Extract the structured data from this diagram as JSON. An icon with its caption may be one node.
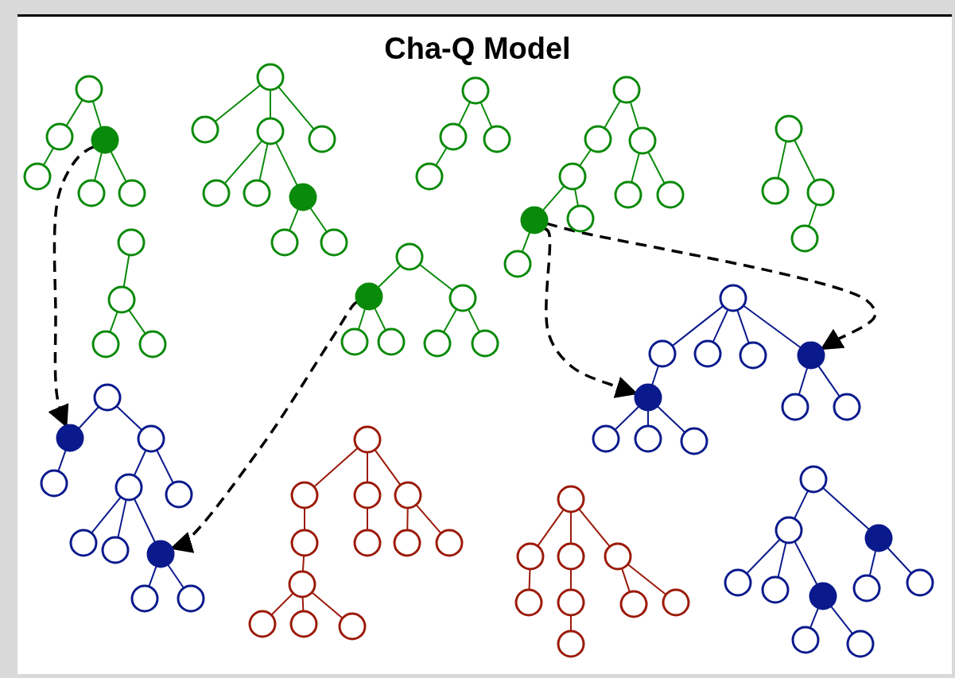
{
  "diagram": {
    "title": "Cha-Q Model",
    "nodes": [
      {
        "text": [],
        "shape": "circle"
      },
      {
        "text": [],
        "shape": "circle"
      },
      {
        "text": [],
        "shape": "circle"
      },
      {
        "text": [],
        "shape": "circle"
      },
      {
        "text": [],
        "shape": "circle"
      },
      {
        "text": [],
        "shape": "circle"
      },
      {
        "text": [],
        "shape": "circle"
      },
      {
        "text": [],
        "shape": "circle"
      },
      {
        "text": [],
        "shape": "circle"
      },
      {
        "text": [],
        "shape": "circle"
      },
      {
        "text": [],
        "shape": "circle"
      },
      {
        "text": [],
        "shape": "circle"
      },
      {
        "text": [],
        "shape": "circle"
      },
      {
        "text": [],
        "shape": "circle"
      },
      {
        "text": [],
        "shape": "circle"
      },
      {
        "text": [],
        "shape": "circle"
      },
      {
        "text": [],
        "shape": "circle"
      },
      {
        "text": [],
        "shape": "circle"
      },
      {
        "text": [],
        "shape": "circle"
      },
      {
        "text": [],
        "shape": "circle"
      },
      {
        "text": [],
        "shape": "circle"
      },
      {
        "text": [],
        "shape": "circle"
      },
      {
        "text": [],
        "shape": "circle"
      },
      {
        "text": [],
        "shape": "circle"
      },
      {
        "text": [],
        "shape": "circle"
      },
      {
        "text": [],
        "shape": "circle"
      },
      {
        "text": [],
        "shape": "circle"
      },
      {
        "text": [],
        "shape": "circle"
      },
      {
        "text": [],
        "shape": "circle"
      },
      {
        "text": [],
        "shape": "circle"
      },
      {
        "text": [],
        "shape": "circle"
      },
      {
        "text": [],
        "shape": "circle"
      },
      {
        "text": [],
        "shape": "circle"
      },
      {
        "text": [],
        "shape": "circle"
      },
      {
        "text": [],
        "shape": "circle"
      },
      {
        "text": [],
        "shape": "circle"
      },
      {
        "text": [],
        "shape": "circle"
      },
      {
        "text": [],
        "shape": "circle"
      },
      {
        "text": [],
        "shape": "circle"
      },
      {
        "text": [],
        "shape": "circle"
      },
      {
        "text": [],
        "shape": "circle"
      },
      {
        "text": [],
        "shape": "circle"
      },
      {
        "text": [],
        "shape": "circle"
      },
      {
        "text": [],
        "shape": "circle"
      },
      {
        "text": [],
        "shape": "circle"
      },
      {
        "text": [],
        "shape": "circle"
      },
      {
        "text": [],
        "shape": "circle"
      },
      {
        "text": [],
        "shape": "circle"
      },
      {
        "text": [],
        "shape": "circle"
      },
      {
        "text": [],
        "shape": "circle"
      },
      {
        "text": [],
        "shape": "circle"
      },
      {
        "text": [],
        "shape": "circle"
      },
      {
        "text": [],
        "shape": "circle"
      },
      {
        "text": [],
        "shape": "circle"
      },
      {
        "text": [],
        "shape": "circle"
      },
      {
        "text": [],
        "shape": "circle"
      },
      {
        "text": [],
        "shape": "circle"
      },
      {
        "text": [],
        "shape": "circle"
      },
      {
        "text": [],
        "shape": "circle"
      },
      {
        "text": [],
        "shape": "circle"
      },
      {
        "text": [],
        "shape": "circle"
      },
      {
        "text": [],
        "shape": "circle"
      },
      {
        "text": [],
        "shape": "circle"
      },
      {
        "text": [],
        "shape": "circle"
      },
      {
        "text": [],
        "shape": "circle"
      },
      {
        "text": [],
        "shape": "circle"
      },
      {
        "text": [],
        "shape": "circle"
      },
      {
        "text": [],
        "shape": "circle"
      },
      {
        "text": [],
        "shape": "circle"
      },
      {
        "text": [],
        "shape": "circle"
      },
      {
        "text": [],
        "shape": "circle"
      },
      {
        "text": [],
        "shape": "circle"
      },
      {
        "text": [],
        "shape": "circle"
      },
      {
        "text": [],
        "shape": "circle"
      },
      {
        "text": [],
        "shape": "circle"
      },
      {
        "text": [],
        "shape": "circle"
      },
      {
        "text": [],
        "shape": "circle"
      },
      {
        "text": [],
        "shape": "circle"
      },
      {
        "text": [],
        "shape": "circle"
      },
      {
        "text": [],
        "shape": "circle"
      },
      {
        "text": [],
        "shape": "circle"
      },
      {
        "text": [],
        "shape": "circle"
      },
      {
        "text": [],
        "shape": "circle"
      },
      {
        "text": [],
        "shape": "circle"
      },
      {
        "text": [],
        "shape": "circle"
      },
      {
        "text": [],
        "shape": "circle"
      },
      {
        "text": [],
        "shape": "circle"
      },
      {
        "text": [],
        "shape": "circle"
      },
      {
        "text": [],
        "shape": "circle"
      },
      {
        "text": [],
        "shape": "circle"
      },
      {
        "text": [],
        "shape": "circle"
      },
      {
        "text": [],
        "shape": "circle"
      },
      {
        "text": [],
        "shape": "circle"
      },
      {
        "text": [],
        "shape": "circle"
      },
      {
        "text": [],
        "shape": "circle"
      },
      {
        "text": [],
        "shape": "circle"
      }
    ],
    "edges": [
      {
        "from": 0,
        "to": 1,
        "arrow": "none"
      },
      {
        "from": 0,
        "to": 2,
        "arrow": "none"
      },
      {
        "from": 1,
        "to": 3,
        "arrow": "none"
      },
      {
        "from": 2,
        "to": 4,
        "arrow": "none"
      },
      {
        "from": 2,
        "to": 5,
        "arrow": "none"
      },
      {
        "from": 6,
        "to": 7,
        "arrow": "none"
      },
      {
        "from": 6,
        "to": 8,
        "arrow": "none"
      },
      {
        "from": 6,
        "to": 9,
        "arrow": "none"
      },
      {
        "from": 8,
        "to": 10,
        "arrow": "none"
      },
      {
        "from": 8,
        "to": 11,
        "arrow": "none"
      },
      {
        "from": 8,
        "to": 12,
        "arrow": "none"
      },
      {
        "from": 12,
        "to": 13,
        "arrow": "none"
      },
      {
        "from": 12,
        "to": 14,
        "arrow": "none"
      },
      {
        "from": 15,
        "to": 16,
        "arrow": "none"
      },
      {
        "from": 15,
        "to": 17,
        "arrow": "none"
      },
      {
        "from": 16,
        "to": 18,
        "arrow": "none"
      },
      {
        "from": 19,
        "to": 20,
        "arrow": "none"
      },
      {
        "from": 19,
        "to": 21,
        "arrow": "none"
      },
      {
        "from": 20,
        "to": 22,
        "arrow": "none"
      },
      {
        "from": 21,
        "to": 23,
        "arrow": "none"
      },
      {
        "from": 21,
        "to": 24,
        "arrow": "none"
      },
      {
        "from": 22,
        "to": 25,
        "arrow": "none"
      },
      {
        "from": 22,
        "to": 26,
        "arrow": "none"
      },
      {
        "from": 25,
        "to": 27,
        "arrow": "none"
      },
      {
        "from": 28,
        "to": 29,
        "arrow": "none"
      },
      {
        "from": 28,
        "to": 30,
        "arrow": "none"
      },
      {
        "from": 30,
        "to": 31,
        "arrow": "none"
      },
      {
        "from": 32,
        "to": 33,
        "arrow": "none"
      },
      {
        "from": 33,
        "to": 34,
        "arrow": "none"
      },
      {
        "from": 33,
        "to": 35,
        "arrow": "none"
      },
      {
        "from": 36,
        "to": 37,
        "arrow": "none"
      },
      {
        "from": 36,
        "to": 38,
        "arrow": "none"
      },
      {
        "from": 37,
        "to": 39,
        "arrow": "none"
      },
      {
        "from": 37,
        "to": 40,
        "arrow": "none"
      },
      {
        "from": 38,
        "to": 41,
        "arrow": "none"
      },
      {
        "from": 38,
        "to": 42,
        "arrow": "none"
      },
      {
        "from": 43,
        "to": 44,
        "arrow": "none",
        "color": "#0a1a8c"
      },
      {
        "from": 43,
        "to": 45,
        "arrow": "none",
        "color": "#0a1a8c"
      },
      {
        "from": 44,
        "to": 46,
        "arrow": "none",
        "color": "#0a1a8c"
      },
      {
        "from": 45,
        "to": 47,
        "arrow": "none",
        "color": "#0a1a8c"
      },
      {
        "from": 45,
        "to": 48,
        "arrow": "none",
        "color": "#0a1a8c"
      },
      {
        "from": 47,
        "to": 49,
        "arrow": "none",
        "color": "#0a1a8c"
      },
      {
        "from": 47,
        "to": 50,
        "arrow": "none",
        "color": "#0a1a8c"
      },
      {
        "from": 47,
        "to": 51,
        "arrow": "none",
        "color": "#0a1a8c"
      },
      {
        "from": 51,
        "to": 52,
        "arrow": "none",
        "color": "#0a1a8c"
      },
      {
        "from": 51,
        "to": 53,
        "arrow": "none",
        "color": "#0a1a8c"
      },
      {
        "from": 54,
        "to": 55,
        "arrow": "none",
        "color": "#0a1a8c"
      },
      {
        "from": 54,
        "to": 56,
        "arrow": "none",
        "color": "#0a1a8c"
      },
      {
        "from": 54,
        "to": 57,
        "arrow": "none",
        "color": "#0a1a8c"
      },
      {
        "from": 54,
        "to": 58,
        "arrow": "none",
        "color": "#0a1a8c"
      },
      {
        "from": 55,
        "to": 59,
        "arrow": "none",
        "color": "#0a1a8c"
      },
      {
        "from": 58,
        "to": 60,
        "arrow": "none",
        "color": "#0a1a8c"
      },
      {
        "from": 58,
        "to": 61,
        "arrow": "none",
        "color": "#0a1a8c"
      },
      {
        "from": 59,
        "to": 62,
        "arrow": "none",
        "color": "#0a1a8c"
      },
      {
        "from": 59,
        "to": 63,
        "arrow": "none",
        "color": "#0a1a8c"
      },
      {
        "from": 59,
        "to": 64,
        "arrow": "none",
        "color": "#0a1a8c"
      },
      {
        "from": 65,
        "to": 66,
        "arrow": "none",
        "color": "#0a1a8c"
      },
      {
        "from": 65,
        "to": 67,
        "arrow": "none",
        "color": "#0a1a8c"
      },
      {
        "from": 66,
        "to": 68,
        "arrow": "none",
        "color": "#0a1a8c"
      },
      {
        "from": 66,
        "to": 69,
        "arrow": "none",
        "color": "#0a1a8c"
      },
      {
        "from": 66,
        "to": 70,
        "arrow": "none",
        "color": "#0a1a8c"
      },
      {
        "from": 67,
        "to": 71,
        "arrow": "none",
        "color": "#0a1a8c"
      },
      {
        "from": 67,
        "to": 72,
        "arrow": "none",
        "color": "#0a1a8c"
      },
      {
        "from": 70,
        "to": 73,
        "arrow": "none",
        "color": "#0a1a8c"
      },
      {
        "from": 70,
        "to": 74,
        "arrow": "none",
        "color": "#0a1a8c"
      },
      {
        "from": 75,
        "to": 76,
        "arrow": "none",
        "color": "#9b1a0a"
      },
      {
        "from": 75,
        "to": 77,
        "arrow": "none",
        "color": "#9b1a0a"
      },
      {
        "from": 75,
        "to": 78,
        "arrow": "none",
        "color": "#9b1a0a"
      },
      {
        "from": 76,
        "to": 79,
        "arrow": "none",
        "color": "#9b1a0a"
      },
      {
        "from": 79,
        "to": 80,
        "arrow": "none",
        "color": "#9b1a0a"
      },
      {
        "from": 80,
        "to": 81,
        "arrow": "none",
        "color": "#9b1a0a"
      },
      {
        "from": 80,
        "to": 82,
        "arrow": "none",
        "color": "#9b1a0a"
      },
      {
        "from": 80,
        "to": 83,
        "arrow": "none",
        "color": "#9b1a0a"
      },
      {
        "from": 77,
        "to": 84,
        "arrow": "none",
        "color": "#9b1a0a"
      },
      {
        "from": 78,
        "to": 85,
        "arrow": "none",
        "color": "#9b1a0a"
      },
      {
        "from": 78,
        "to": 86,
        "arrow": "none",
        "color": "#9b1a0a"
      },
      {
        "from": 87,
        "to": 88,
        "arrow": "none",
        "color": "#9b1a0a"
      },
      {
        "from": 87,
        "to": 89,
        "arrow": "none",
        "color": "#9b1a0a"
      },
      {
        "from": 87,
        "to": 90,
        "arrow": "none",
        "color": "#9b1a0a"
      },
      {
        "from": 88,
        "to": 91,
        "arrow": "none",
        "color": "#9b1a0a"
      },
      {
        "from": 89,
        "to": 92,
        "arrow": "none",
        "color": "#9b1a0a"
      },
      {
        "from": 92,
        "to": 93,
        "arrow": "none",
        "color": "#9b1a0a"
      },
      {
        "from": 90,
        "to": 94,
        "arrow": "none",
        "color": "#9b1a0a"
      },
      {
        "from": 90,
        "to": 95,
        "arrow": "none",
        "color": "#9b1a0a"
      },
      {
        "from": 2,
        "to": 44,
        "arrow": "to",
        "style": "dashed",
        "color": "#000000"
      },
      {
        "from": 37,
        "to": 51,
        "arrow": "to",
        "style": "dashed",
        "color": "#000000"
      },
      {
        "from": 25,
        "to": 59,
        "arrow": "to",
        "style": "dashed",
        "color": "#000000"
      },
      {
        "from": 25,
        "to": 58,
        "arrow": "to",
        "style": "dashed",
        "color": "#000000"
      }
    ]
  }
}
